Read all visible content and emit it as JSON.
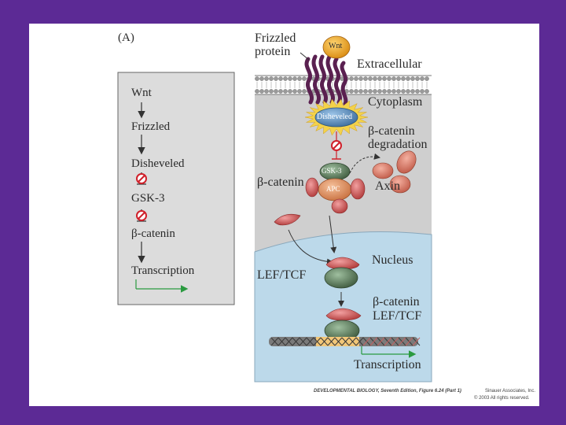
{
  "panel_label": "(A)",
  "left_pathway": {
    "items": [
      "Wnt",
      "Frizzled",
      "Disheveled",
      "GSK-3",
      "β-catenin",
      "Transcription"
    ]
  },
  "right_diagram": {
    "frizzled_label_line1": "Frizzled",
    "frizzled_label_line2": "protein",
    "wnt": "Wnt",
    "extracellular": "Extracellular",
    "cytoplasm": "Cytoplasm",
    "disheveled": "Disheveled",
    "degradation_line1": "β-catenin",
    "degradation_line2": "degradation",
    "gsk3": "GSK-3",
    "apc": "APC",
    "beta_catenin": "β-catenin",
    "axin": "Axin",
    "nucleus": "Nucleus",
    "lef_tcf": "LEF/TCF",
    "beta_catenin_2": "β-catenin",
    "lef_tcf_2": "LEF/TCF",
    "transcription": "Transcription"
  },
  "footer": {
    "citation": "DEVELOPMENTAL BIOLOGY, Seventh Edition, Figure 6.24 (Part 1)",
    "publisher": "Sinauer Associates, Inc.",
    "copyright": "© 2003 All rights reserved."
  },
  "colors": {
    "frame": "#5c2a95",
    "left_box": "#dcdcdc",
    "extracellular_bg": "#ffffff",
    "cytoplasm_bg": "#cfcfcf",
    "nucleus_bg": "#bcd9ea",
    "frizzled": "#5a2050",
    "wnt": "#e8a020",
    "disheveled": "#5d8fbe",
    "inhibit": "#d0202a",
    "catenin": "#c84848",
    "lef_tcf": "#587058",
    "transcription_arrow": "#2a9a40"
  }
}
